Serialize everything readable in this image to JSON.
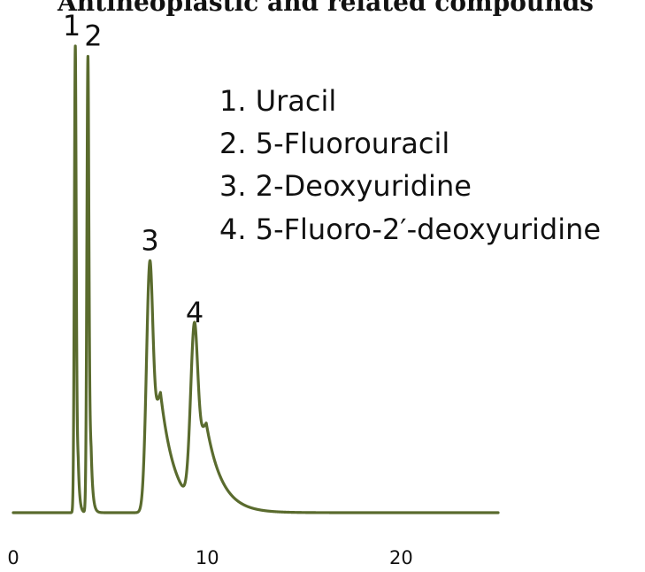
{
  "colors": {
    "trace": "#5a6b2e",
    "text": "#111111",
    "background": "#ffffff"
  },
  "chart_data": {
    "type": "line",
    "title": "Antineoplastic and related compounds",
    "xlabel": "",
    "ylabel": "",
    "xlim": [
      0,
      25
    ],
    "ylim": [
      0,
      1
    ],
    "x_ticks": [
      "0",
      "10",
      "20"
    ],
    "grid": false,
    "legend": {
      "placement": "top-right",
      "entries": [
        "1. Uracil",
        "2. 5-Fluorouracil",
        "3. 2-Deoxyuridine",
        "4. 5-Fluoro-2′-deoxyuridine"
      ]
    },
    "peaks": [
      {
        "label": "1",
        "compound": "Uracil",
        "retention_time": 3.2,
        "height": 1.0,
        "sigma_left": 0.05,
        "tau": 0.02
      },
      {
        "label": "2",
        "compound": "5-Fluorouracil",
        "retention_time": 3.85,
        "height": 0.978,
        "sigma_left": 0.055,
        "tau": 0.03
      },
      {
        "label": "3",
        "compound": "2-Deoxyuridine",
        "retention_time": 7.05,
        "height": 0.54,
        "sigma_left": 0.18,
        "tau": 0.55
      },
      {
        "label": "4",
        "compound": "5-Fluoro-2′-deoxyuridine",
        "retention_time": 9.35,
        "height": 0.385,
        "sigma_left": 0.2,
        "tau": 0.6
      }
    ],
    "series": [
      {
        "type": "line",
        "x_range": [
          0,
          25
        ],
        "baseline": 0
      }
    ]
  }
}
